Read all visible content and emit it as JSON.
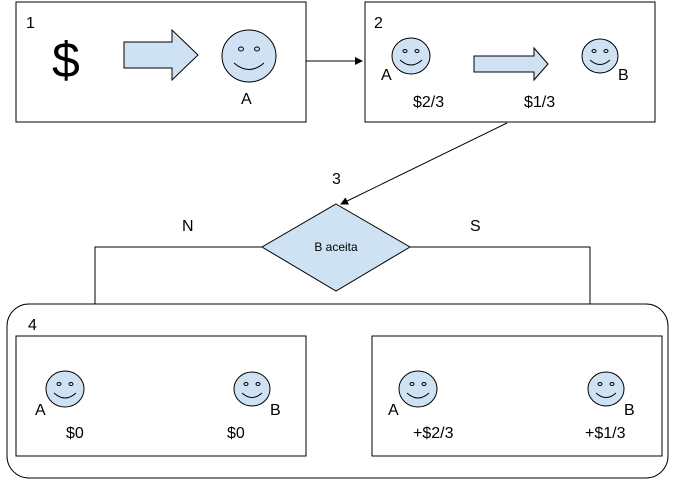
{
  "colors": {
    "fill": "#cfe2f3",
    "stroke": "#000000",
    "background": "#ffffff"
  },
  "step1": {
    "number": "1",
    "symbol": "$",
    "person": "A"
  },
  "step2": {
    "number": "2",
    "person_a": "A",
    "person_b": "B",
    "amount_a": "$2/3",
    "amount_b": "$1/3"
  },
  "step3": {
    "number": "3",
    "decision": "B aceita",
    "no_label": "N",
    "yes_label": "S"
  },
  "step4": {
    "number": "4",
    "no_outcome": {
      "person_a": "A",
      "person_b": "B",
      "amount_a": "$0",
      "amount_b": "$0"
    },
    "yes_outcome": {
      "person_a": "A",
      "person_b": "B",
      "amount_a": "+$2/3",
      "amount_b": "+$1/3"
    }
  }
}
